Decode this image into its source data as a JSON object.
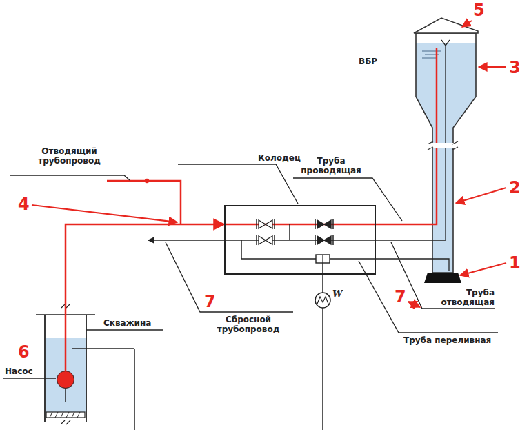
{
  "diagram": {
    "nodes": [
      {
        "text": [
          "Скважина"
        ]
      },
      {
        "text": [
          "Насос"
        ],
        "in": 0
      },
      {
        "text": [
          "Колодец"
        ]
      },
      {
        "text": [
          "ВБР"
        ]
      }
    ],
    "edges": [
      {
        "from": 1,
        "to": 2,
        "arrow": "to"
      },
      {
        "from": 2,
        "to": 3,
        "arrow": "none"
      },
      {
        "from": 3,
        "to": 2,
        "arrow": "none"
      },
      {
        "from": 3,
        "to": 2,
        "arrow": "none"
      }
    ],
    "labels": [
      "Отводящий трубопровод",
      "4",
      "Труба проводящая",
      "5",
      "3",
      "2",
      "1",
      "7",
      "Сбросной трубопровод",
      "7",
      "Труба отводящая",
      "Труба переливная",
      "6",
      "W"
    ]
  }
}
